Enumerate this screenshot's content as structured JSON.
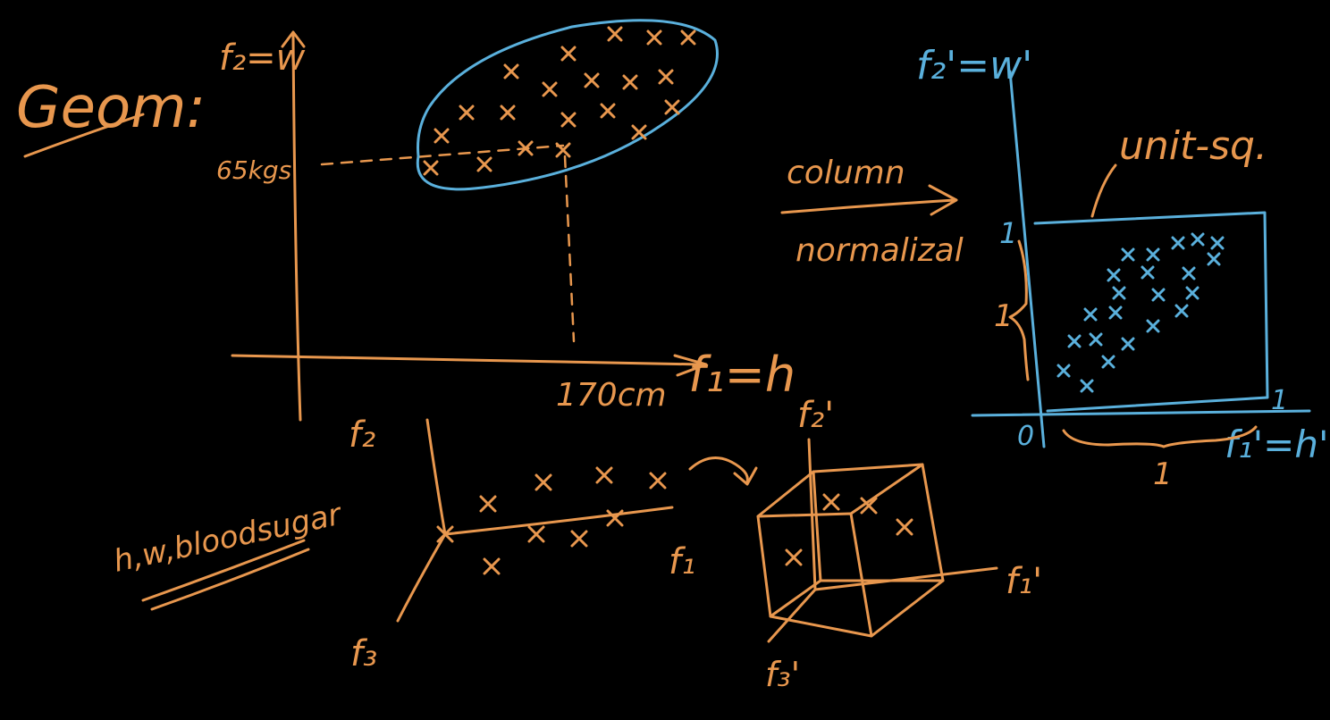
{
  "colors": {
    "background": "#000000",
    "orange_ink": "#e8974e",
    "blue_ink": "#5ab0dc"
  },
  "heading": {
    "text": "Geom:"
  },
  "plot2d": {
    "y_axis_label": "f₂=w",
    "x_axis_label": "f₁=h",
    "y_marker_label": "65kgs",
    "x_marker_label": "170cm"
  },
  "arrow_note": {
    "line1": "column",
    "line2": "normalizal"
  },
  "unit_square": {
    "y_axis_label": "f₂'=w'",
    "x_axis_label": "f₁'=h'",
    "title": "unit-sq.",
    "tick_one_y": "1",
    "tick_one_x": "1",
    "origin": "0",
    "side_brace_left": "1",
    "side_brace_bottom": "1"
  },
  "plot3d": {
    "label_f1": "f₁",
    "label_f2": "f₂",
    "label_f3": "f₃",
    "feature_list": "h,w,bloodsugar"
  },
  "cube": {
    "label_f1": "f₁'",
    "label_f2": "f₂'",
    "label_f3": "f₃'"
  }
}
